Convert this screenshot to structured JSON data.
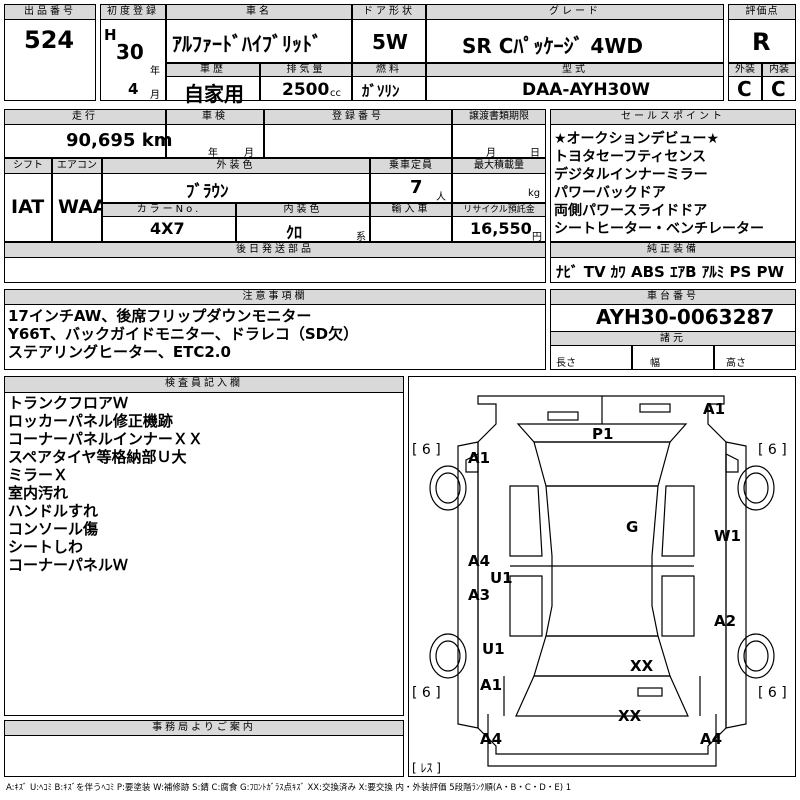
{
  "header": {
    "lot_label": "出品番号",
    "lot": "524",
    "first_reg_label": "初度登録",
    "era": "H",
    "year": "30",
    "year_unit": "年",
    "month": "4",
    "month_unit": "月",
    "car_name_label": "車名",
    "car_name": "ｱﾙﾌｧｰﾄﾞﾊｲﾌﾞﾘｯﾄﾞ",
    "door_label": "ドア形状",
    "door": "5W",
    "grade_label": "グレード",
    "grade": "SR Cﾊﾟｯｹｰｼﾞ 4WD",
    "score_label": "評価点",
    "score": "R",
    "ext_label": "外装",
    "int_label": "内装",
    "ext": "C",
    "int": "C",
    "history_label": "車歴",
    "history": "自家用",
    "disp_label": "排気量",
    "disp": "2500",
    "disp_unit": "cc",
    "fuel_label": "燃料",
    "fuel": "ｶﾞｿﾘﾝ",
    "model_label": "型式",
    "model": "DAA-AYH30W"
  },
  "row2": {
    "mileage_label": "走行",
    "mileage": "90,695 km",
    "inspection_label": "車検",
    "inspection_year": "年",
    "inspection_month": "月",
    "reg_no_label": "登録番号",
    "transfer_label": "譲渡書類期限",
    "transfer_month": "月",
    "transfer_day": "日",
    "shift_label": "シフト",
    "shift": "IAT",
    "ac_label": "エアコン",
    "ac": "WAA",
    "color_label": "外装色",
    "color": "ﾌﾞﾗｳﾝ",
    "capacity_label": "乗車定員",
    "capacity": "7",
    "capacity_unit": "人",
    "load_label": "最大積載量",
    "load_unit": "kg",
    "color_no_label": "カラーNo.",
    "color_no": "4X7",
    "interior_color_label": "内装色",
    "interior_color": "ｸﾛ",
    "interior_unit": "系",
    "import_label": "輸入車",
    "recycle_label": "リサイクル預託金",
    "recycle": "16,550",
    "recycle_unit": "円",
    "later_parts_label": "後日発送部品"
  },
  "sales_points": {
    "label": "セールスポイント",
    "items": [
      "★オークションデビュー★",
      "トヨタセーフティセンス",
      "デジタルインナーミラー",
      "パワーバックドア",
      "両側パワースライドドア",
      "シートヒーター・ベンチレーター"
    ]
  },
  "equipment": {
    "label": "純正装備",
    "items": "ﾅﾋﾞ TV ｶﾜ ABS ｴｱB ｱﾙﾐ PS PW"
  },
  "notes": {
    "label": "注意事項欄",
    "lines": [
      "17インチAW、後席フリップダウンモニター",
      "Y66T、バックガイドモニター、ドラレコ（SD欠）",
      "ステアリングヒーター、ETC2.0"
    ]
  },
  "chassis": {
    "label": "車台番号",
    "value": "AYH30-0063287",
    "spec_label": "諸元",
    "length": "長さ",
    "width": "幅",
    "height": "高さ"
  },
  "inspector": {
    "label": "検査員記入欄",
    "lines": [
      "トランクフロアＷ",
      "ロッカーパネル修正機跡",
      "コーナーパネルインナーＸＸ",
      "スペアタイヤ等格納部Ｕ大",
      "ミラーＸ",
      "室内汚れ",
      "ハンドルすれ",
      "コンソール傷",
      "シートしわ",
      "コーナーパネルＷ"
    ]
  },
  "diagram": {
    "marks": [
      "A1",
      "P1",
      "A1",
      "G",
      "W1",
      "A4",
      "U1",
      "A3",
      "A2",
      "U1",
      "XX",
      "A1",
      "XX",
      "A4",
      "A4"
    ],
    "tires": [
      "[ 6 ]",
      "[ 6 ]",
      "[ 6 ]",
      "[ 6 ]"
    ],
    "spare": "[ ﾚｽ ]"
  },
  "office": {
    "label": "事務局よりご案内"
  },
  "legend": "A:ｷｽﾞ U:ﾍｺﾐ B:ｷｽﾞを伴うﾍｺﾐ P:要塗装 W:補修跡 S:錆 C:腐食 G:ﾌﾛﾝﾄｶﾞﾗｽ点ｷｽﾞ XX:交換済み X:要交換 内・外装評価 5段階ﾗﾝｸ順(A・B・C・D・E) 1"
}
